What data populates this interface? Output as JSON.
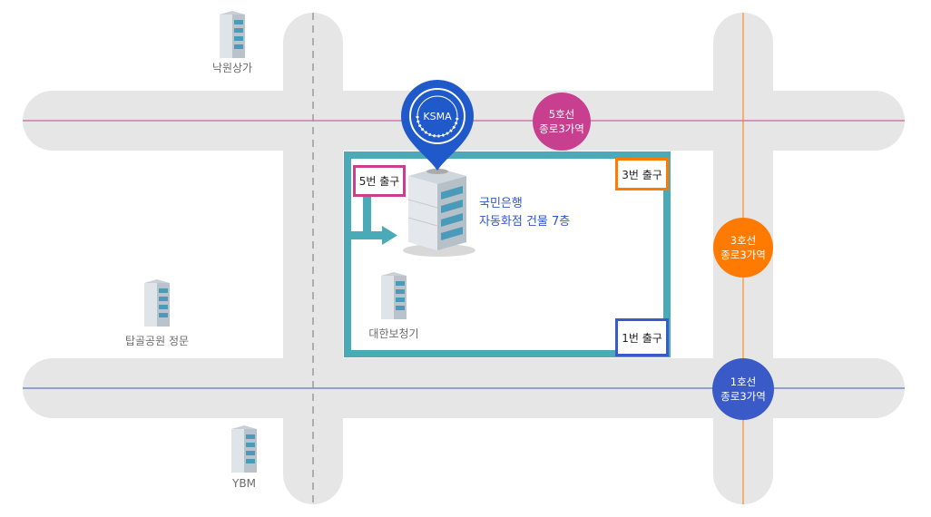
{
  "colors": {
    "road": "#e6e6e6",
    "route": "#4aaab8",
    "line1": "#3a5bc7",
    "line3": "#ff7a00",
    "line5": "#c83f8f",
    "pin": "#2059c9",
    "target_text": "#2f56c9"
  },
  "landmarks": {
    "nakwon": "낙원상가",
    "tapgol": "탑골공원 정문",
    "ybm": "YBM",
    "daehan": "대한보청기"
  },
  "target": {
    "line1": "국민은행",
    "line2": "자동화점 건물 7층",
    "pin_logo": "KSMA"
  },
  "exits": {
    "exit5": "5번 출구",
    "exit3": "3번 출구",
    "exit1": "1번 출구"
  },
  "stations": {
    "line5": {
      "line": "5호선",
      "name": "종로3가역"
    },
    "line3": {
      "line": "3호선",
      "name": "종로3가역"
    },
    "line1": {
      "line": "1호선",
      "name": "종로3가역"
    }
  }
}
